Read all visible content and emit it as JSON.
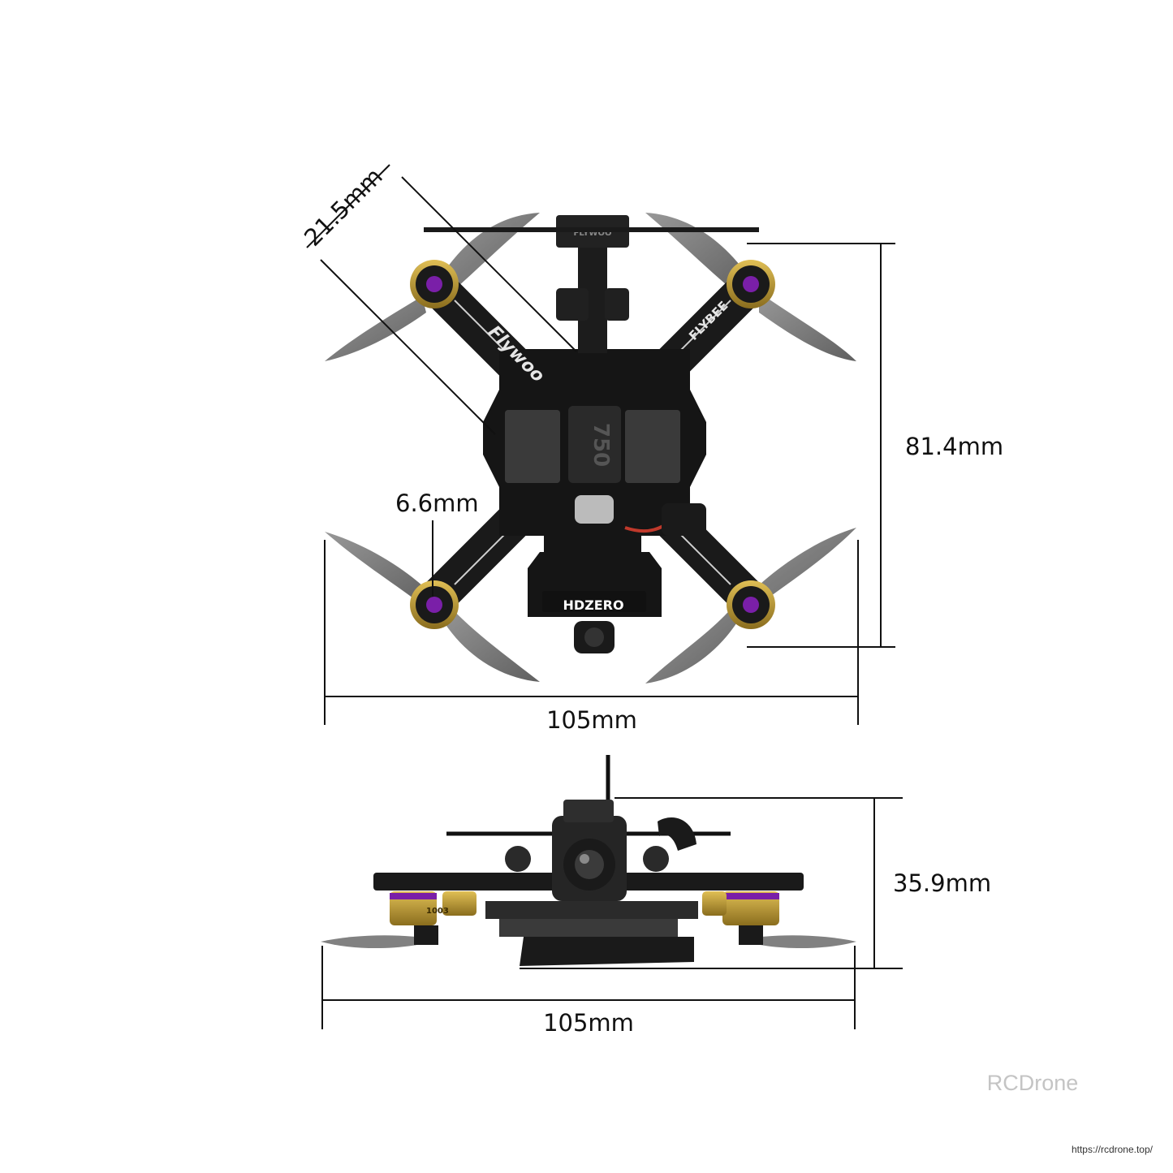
{
  "dimensions": {
    "motor_to_motor": "21.5mm",
    "height_top_view": "81.4mm",
    "motor_size": "6.6mm",
    "width_top_view": "105mm",
    "height_side_view": "35.9mm",
    "width_side_view": "105mm"
  },
  "branding": {
    "frame_logo": "Flywoo",
    "frame_model": "FLYBEE",
    "camera_brand": "HDZERO",
    "battery_label": "750",
    "antenna_mount": "FLYWOO",
    "motor_label": "1003"
  },
  "watermark": {
    "text": "RCDrone",
    "url": "https://rcdrone.top/"
  },
  "colors": {
    "frame": "#1a1a1a",
    "motor_cap": "#7a1fa8",
    "motor_bell": "#c9a43a",
    "prop": "#6b6b6b",
    "lines": "#111111"
  }
}
